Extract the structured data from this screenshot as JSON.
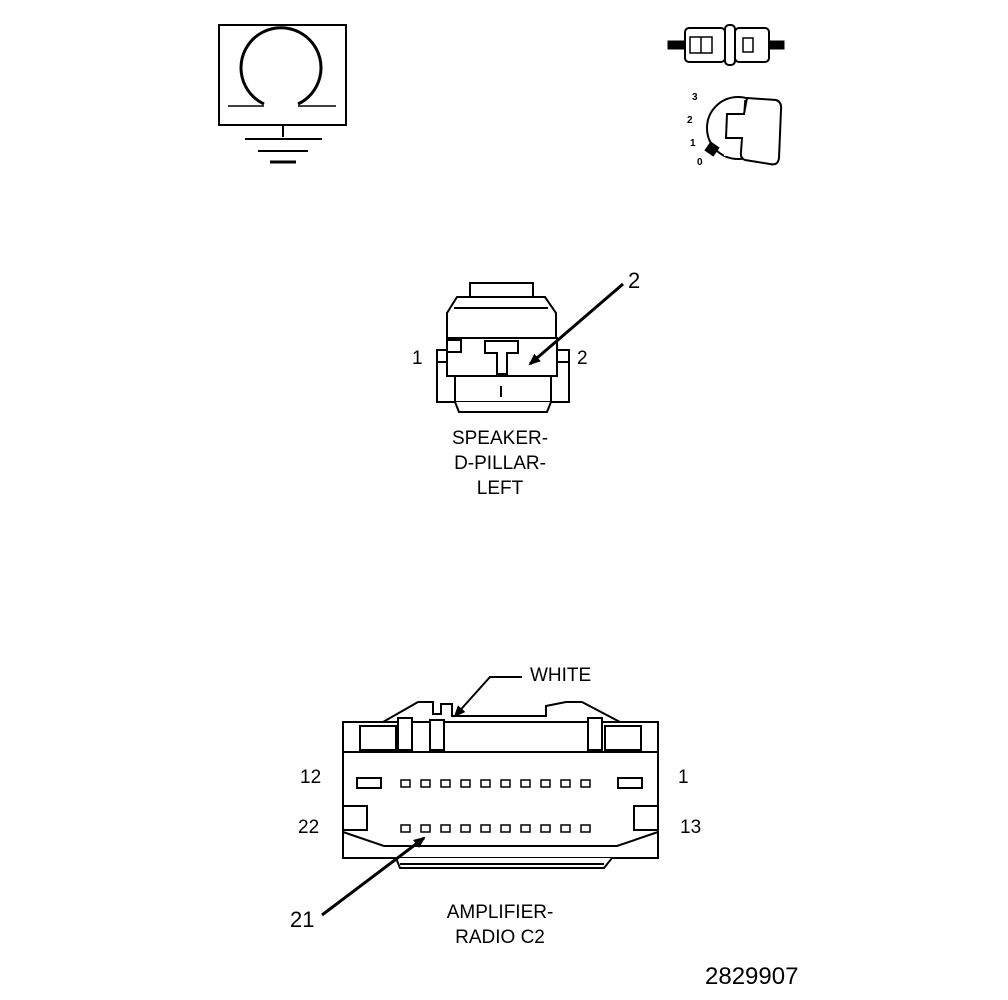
{
  "legend": {
    "switch_positions": [
      "3",
      "2",
      "1",
      "0"
    ]
  },
  "speaker_connector": {
    "callout": "2",
    "pin_left": "1",
    "pin_right": "2",
    "name_lines": [
      "SPEAKER-",
      "D-PILLAR-",
      "LEFT"
    ]
  },
  "amplifier_connector": {
    "color_label": "WHITE",
    "pin_top_left": "12",
    "pin_top_right": "1",
    "pin_bottom_left": "22",
    "pin_bottom_right": "13",
    "callout": "21",
    "name_lines": [
      "AMPLIFIER-",
      "RADIO C2"
    ]
  },
  "figure_id": "2829907",
  "icon_names": [
    "ground-symbol-icon",
    "connector-plug-icon",
    "ignition-key-icon"
  ]
}
